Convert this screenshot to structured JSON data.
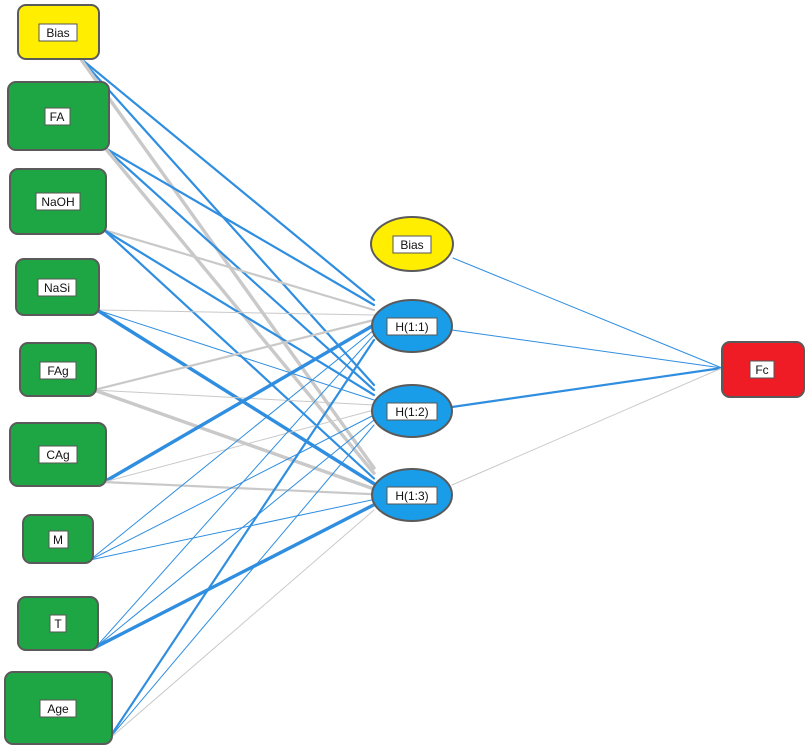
{
  "colors": {
    "bias": "#ffee00",
    "input": "#1ea644",
    "hidden": "#1a9de8",
    "output": "#ef1c25",
    "node_stroke": "#5a5a5a",
    "positive_weight": "#2f8ee0",
    "negative_weight": "#c9c9c9"
  },
  "nodes": {
    "input_bias": "Bias",
    "fa": "FA",
    "naoh": "NaOH",
    "nasi": "NaSi",
    "fag": "FAg",
    "cag": "CAg",
    "m": "M",
    "t": "T",
    "age": "Age",
    "hidden_bias": "Bias",
    "h1": "H(1:1)",
    "h2": "H(1:2)",
    "h3": "H(1:3)",
    "fc": "Fc"
  },
  "connections": [
    {
      "from": "input_bias",
      "to": "h1",
      "sign": "positive",
      "strength": 2
    },
    {
      "from": "input_bias",
      "to": "h2",
      "sign": "positive",
      "strength": 2
    },
    {
      "from": "input_bias",
      "to": "h3",
      "sign": "negative",
      "strength": 3
    },
    {
      "from": "fa",
      "to": "h1",
      "sign": "positive",
      "strength": 2
    },
    {
      "from": "fa",
      "to": "h2",
      "sign": "positive",
      "strength": 2
    },
    {
      "from": "fa",
      "to": "h3",
      "sign": "negative",
      "strength": 3
    },
    {
      "from": "naoh",
      "to": "h1",
      "sign": "negative",
      "strength": 2
    },
    {
      "from": "naoh",
      "to": "h2",
      "sign": "positive",
      "strength": 2
    },
    {
      "from": "naoh",
      "to": "h3",
      "sign": "positive",
      "strength": 2
    },
    {
      "from": "nasi",
      "to": "h1",
      "sign": "negative",
      "strength": 1
    },
    {
      "from": "nasi",
      "to": "h2",
      "sign": "positive",
      "strength": 1
    },
    {
      "from": "nasi",
      "to": "h3",
      "sign": "positive",
      "strength": 3
    },
    {
      "from": "fag",
      "to": "h1",
      "sign": "negative",
      "strength": 2
    },
    {
      "from": "fag",
      "to": "h2",
      "sign": "negative",
      "strength": 1
    },
    {
      "from": "fag",
      "to": "h3",
      "sign": "negative",
      "strength": 3
    },
    {
      "from": "cag",
      "to": "h1",
      "sign": "positive",
      "strength": 3
    },
    {
      "from": "cag",
      "to": "h2",
      "sign": "negative",
      "strength": 1
    },
    {
      "from": "cag",
      "to": "h3",
      "sign": "negative",
      "strength": 2
    },
    {
      "from": "m",
      "to": "h1",
      "sign": "positive",
      "strength": 1
    },
    {
      "from": "m",
      "to": "h2",
      "sign": "positive",
      "strength": 1
    },
    {
      "from": "m",
      "to": "h3",
      "sign": "positive",
      "strength": 1
    },
    {
      "from": "t",
      "to": "h1",
      "sign": "positive",
      "strength": 1
    },
    {
      "from": "t",
      "to": "h2",
      "sign": "positive",
      "strength": 1
    },
    {
      "from": "t",
      "to": "h3",
      "sign": "positive",
      "strength": 3
    },
    {
      "from": "age",
      "to": "h1",
      "sign": "positive",
      "strength": 2
    },
    {
      "from": "age",
      "to": "h2",
      "sign": "positive",
      "strength": 1
    },
    {
      "from": "age",
      "to": "h3",
      "sign": "negative",
      "strength": 1
    },
    {
      "from": "hidden_bias",
      "to": "fc",
      "sign": "positive",
      "strength": 1
    },
    {
      "from": "h1",
      "to": "fc",
      "sign": "positive",
      "strength": 1
    },
    {
      "from": "h2",
      "to": "fc",
      "sign": "positive",
      "strength": 2
    },
    {
      "from": "h3",
      "to": "fc",
      "sign": "negative",
      "strength": 1
    }
  ]
}
